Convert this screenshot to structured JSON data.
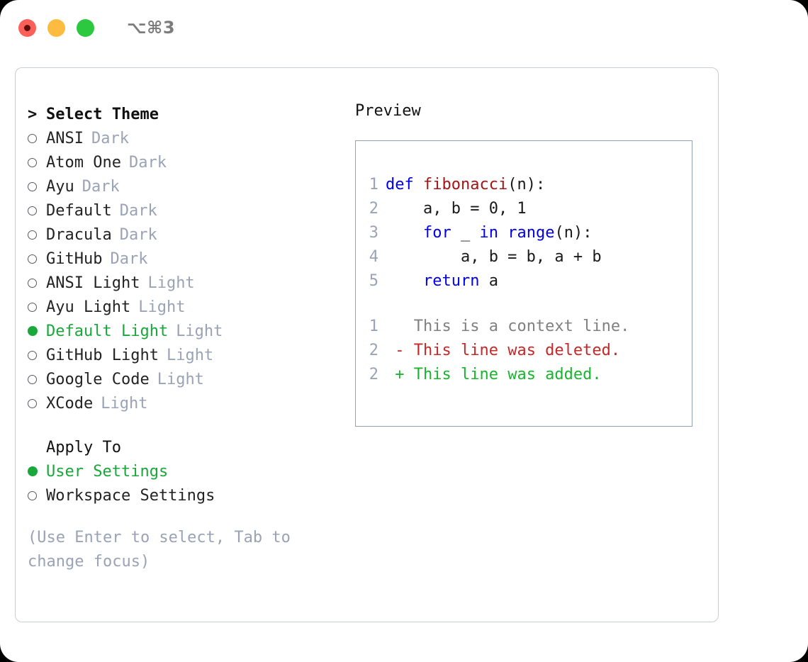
{
  "titlebar": {
    "shortcut": "⌥⌘3",
    "buttons": [
      "close",
      "minimize",
      "maximize"
    ]
  },
  "theme_picker": {
    "header_prefix": ">",
    "header": "Select Theme",
    "items": [
      {
        "name": "ANSI",
        "badge": "Dark",
        "selected": false
      },
      {
        "name": "Atom One",
        "badge": "Dark",
        "selected": false
      },
      {
        "name": "Ayu",
        "badge": "Dark",
        "selected": false
      },
      {
        "name": "Default",
        "badge": "Dark",
        "selected": false
      },
      {
        "name": "Dracula",
        "badge": "Dark",
        "selected": false
      },
      {
        "name": "GitHub",
        "badge": "Dark",
        "selected": false
      },
      {
        "name": "ANSI Light",
        "badge": "Light",
        "selected": false
      },
      {
        "name": "Ayu Light",
        "badge": "Light",
        "selected": false
      },
      {
        "name": "Default Light",
        "badge": "Light",
        "selected": true
      },
      {
        "name": "GitHub Light",
        "badge": "Light",
        "selected": false
      },
      {
        "name": "Google Code",
        "badge": "Light",
        "selected": false
      },
      {
        "name": "XCode",
        "badge": "Light",
        "selected": false
      }
    ]
  },
  "apply_to": {
    "header": "Apply To",
    "options": [
      {
        "name": "User Settings",
        "selected": true
      },
      {
        "name": "Workspace Settings",
        "selected": false
      }
    ]
  },
  "hint": "(Use Enter to select, Tab to change focus)",
  "preview": {
    "title": "Preview",
    "code_lines": [
      {
        "n": "1",
        "tokens": [
          {
            "t": "def ",
            "k": "kw"
          },
          {
            "t": "fibonacci",
            "k": "fn"
          },
          {
            "t": "(n):",
            "k": "plain"
          }
        ]
      },
      {
        "n": "2",
        "tokens": [
          {
            "t": "    a, b = 0, 1",
            "k": "plain"
          }
        ]
      },
      {
        "n": "3",
        "tokens": [
          {
            "t": "    ",
            "k": "plain"
          },
          {
            "t": "for",
            "k": "kw"
          },
          {
            "t": " _ ",
            "k": "plain"
          },
          {
            "t": "in",
            "k": "kw"
          },
          {
            "t": " ",
            "k": "plain"
          },
          {
            "t": "range",
            "k": "kw"
          },
          {
            "t": "(n):",
            "k": "plain"
          }
        ]
      },
      {
        "n": "4",
        "tokens": [
          {
            "t": "        a, b = b, a + b",
            "k": "plain"
          }
        ]
      },
      {
        "n": "5",
        "tokens": [
          {
            "t": "    ",
            "k": "plain"
          },
          {
            "t": "return",
            "k": "kw"
          },
          {
            "t": " a",
            "k": "plain"
          }
        ]
      }
    ],
    "diff_lines": [
      {
        "n": "1",
        "sign": " ",
        "text": "This is a context line.",
        "kind": "context"
      },
      {
        "n": "2",
        "sign": "-",
        "text": "This line was deleted.",
        "kind": "del"
      },
      {
        "n": "2",
        "sign": "+",
        "text": "This line was added.",
        "kind": "add"
      }
    ]
  },
  "colors": {
    "accent_green": "#18a83a",
    "muted": "#9aa3b5",
    "keyword": "#0000ee",
    "function": "#a31515",
    "diff_add": "#18b52e",
    "diff_del": "#c62828",
    "panel_border": "#92a0b3",
    "frame_border": "#c9ced6"
  }
}
